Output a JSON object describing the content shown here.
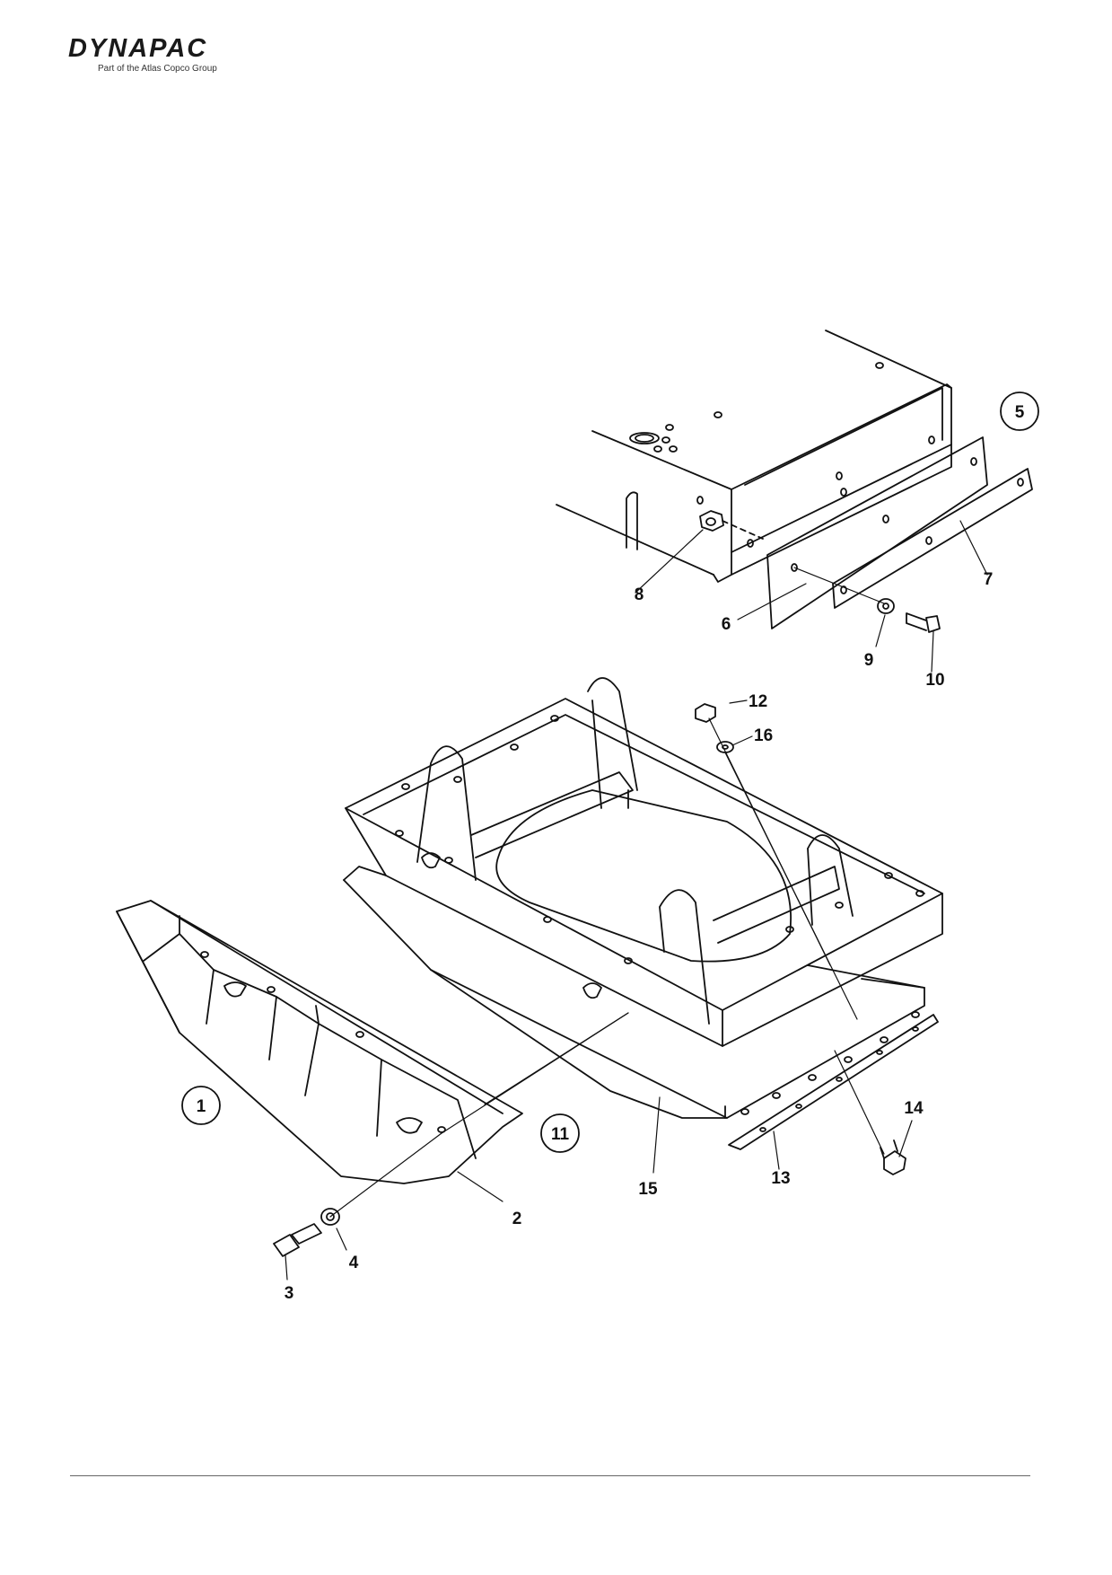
{
  "header": {
    "brand": "DYNAPAC",
    "tagline": "Part of the Atlas Copco Group"
  },
  "diagram": {
    "group_callouts": [
      "1",
      "5",
      "11"
    ],
    "part_labels": {
      "p2": "2",
      "p3": "3",
      "p4": "4",
      "p6": "6",
      "p7": "7",
      "p8": "8",
      "p9": "9",
      "p10": "10",
      "p12": "12",
      "p13": "13",
      "p14": "14",
      "p15": "15",
      "p16": "16"
    }
  },
  "colors": {
    "ink": "#111111",
    "paper": "#ffffff",
    "rule": "#666666"
  }
}
